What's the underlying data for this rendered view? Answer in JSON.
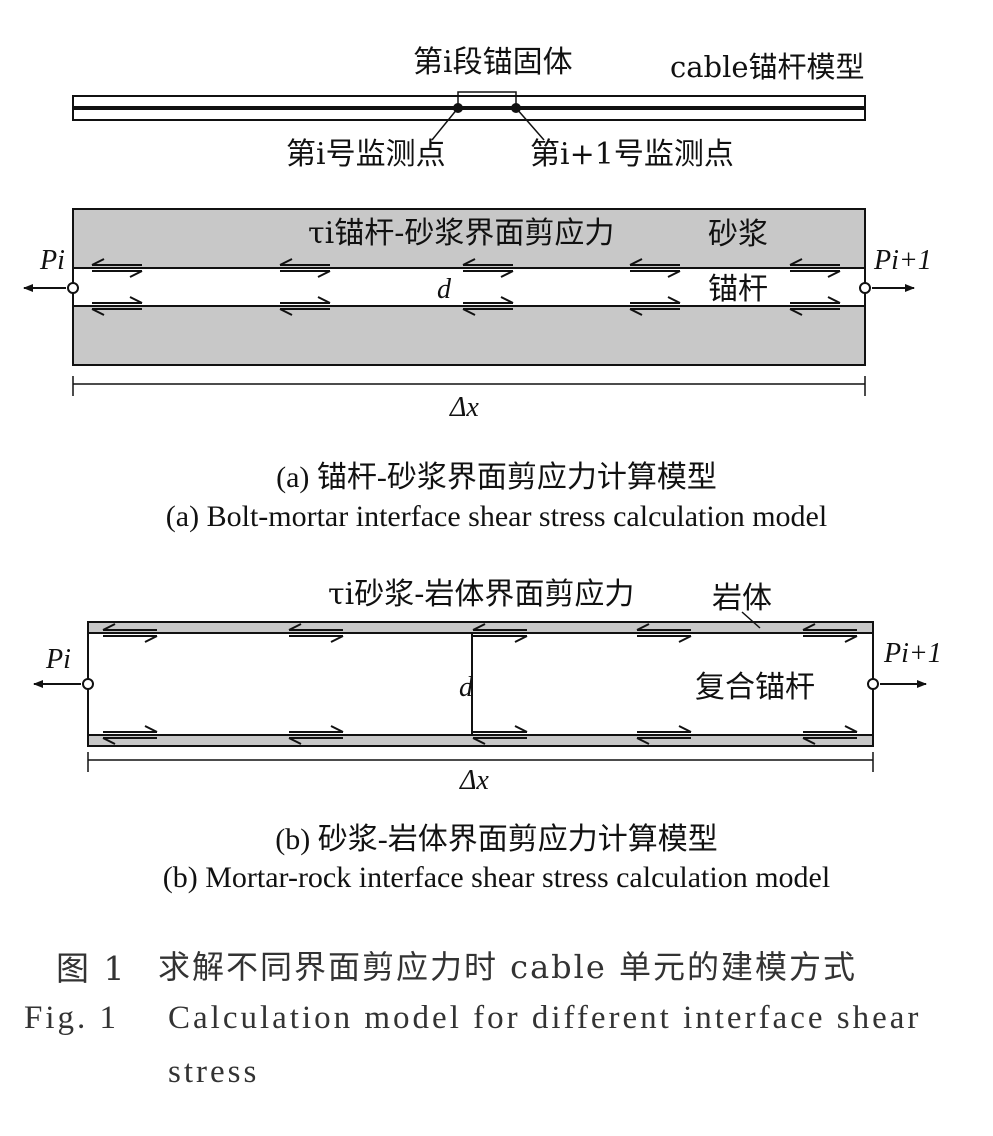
{
  "top_model": {
    "segment_label": "第i段锚固体",
    "model_label": "cable锚杆模型",
    "point_i_label": "第i号监测点",
    "point_i1_label": "第i+1号监测点"
  },
  "panel_a": {
    "tau_label": "τi锚杆-砂浆界面剪应力",
    "mortar_label": "砂浆",
    "bolt_label": "锚杆",
    "d_label": "d",
    "Pi_label": "Pi",
    "Pi1_label": "Pi+1",
    "dx_label": "Δx",
    "caption_cn": "(a) 锚杆-砂浆界面剪应力计算模型",
    "caption_en": "(a) Bolt-mortar interface shear stress calculation model"
  },
  "panel_b": {
    "tau_label": "τi砂浆-岩体界面剪应力",
    "rock_label": "岩体",
    "composite_label": "复合锚杆",
    "d_label": "d",
    "Pi_label": "Pi",
    "Pi1_label": "Pi+1",
    "dx_label": "Δx",
    "caption_cn": "(b) 砂浆-岩体界面剪应力计算模型",
    "caption_en": "(b) Mortar-rock interface shear stress calculation model"
  },
  "figure_caption": {
    "cn_label": "图 1",
    "cn_text": "求解不同界面剪应力时 cable 单元的建模方式",
    "en_label": "Fig. 1",
    "en_text_line1": "Calculation model for different interface shear",
    "en_text_line2": "stress"
  },
  "colors": {
    "fill_gray": "#c8c8c8",
    "line": "#111111"
  }
}
